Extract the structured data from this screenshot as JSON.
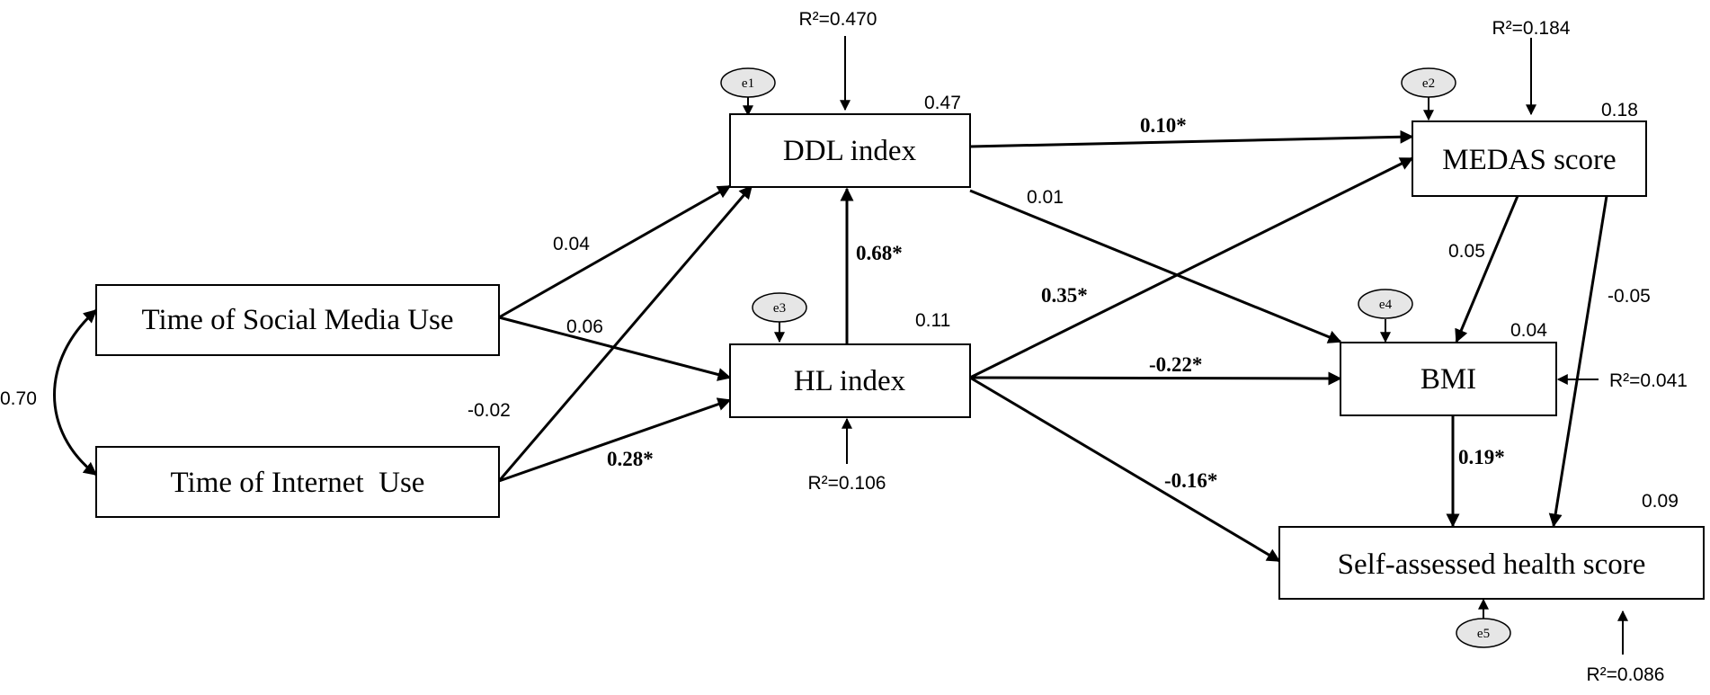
{
  "nodes": {
    "social": "Time of Social Media Use",
    "internet": "Time of Internet  Use",
    "ddl": "DDL index",
    "hl": "HL index",
    "medas": "MEDAS score",
    "bmi": "BMI",
    "self": "Self-assessed health score"
  },
  "node_values": {
    "ddl": "0.47",
    "hl": "0.11",
    "medas": "0.18",
    "bmi": "0.04",
    "self": "0.09"
  },
  "r2": {
    "ddl": "R²=0.470",
    "hl": "R²=0.106",
    "medas": "R²=0.184",
    "bmi": "R²=0.041",
    "self": "R²=0.086"
  },
  "errors": {
    "e1": "e1",
    "e2": "e2",
    "e3": "e3",
    "e4": "e4",
    "e5": "e5"
  },
  "paths": {
    "social_ddl": "0.04",
    "social_hl": "0.06",
    "internet_ddl": "-0.02",
    "internet_hl": "0.28*",
    "hl_ddl": "0.68*",
    "ddl_medas": "0.10*",
    "ddl_bmi": "0.01",
    "hl_medas": "0.35*",
    "hl_bmi": "-0.22*",
    "hl_self": "-0.16*",
    "medas_bmi": "0.05",
    "medas_self": "-0.05",
    "bmi_self": "0.19*",
    "covariance": "0.70"
  }
}
